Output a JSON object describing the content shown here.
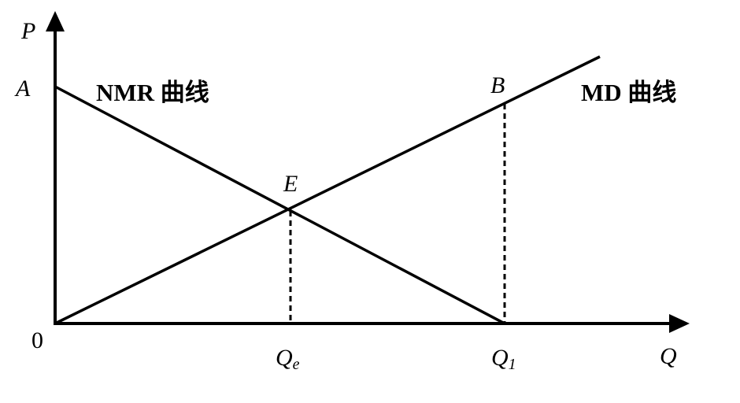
{
  "diagram": {
    "type": "economics supply-demand style diagram",
    "axes": {
      "y_label": "P",
      "x_label": "Q",
      "origin_label": "0"
    },
    "points": {
      "A": "A",
      "B": "B",
      "E": "E"
    },
    "x_ticks": {
      "Qe_main": "Q",
      "Qe_sub": "e",
      "Q1_main": "Q",
      "Q1_sub": "1"
    },
    "curves": [
      {
        "name": "NMR",
        "label": "NMR 曲线",
        "direction": "downward sloping from A to Q1"
      },
      {
        "name": "MD",
        "label": "MD 曲线",
        "direction": "upward sloping from origin through E and B"
      }
    ],
    "dashed_lines": [
      {
        "from": "E",
        "to": "Qe"
      },
      {
        "from": "B",
        "to": "Q1"
      }
    ]
  },
  "chart_data": {
    "type": "line",
    "title": "",
    "xlabel": "Q",
    "ylabel": "P",
    "series": [
      {
        "name": "NMR 曲线",
        "points": [
          [
            0,
            1.0
          ],
          [
            0.525,
            0.52
          ],
          [
            1.0,
            0.0
          ]
        ]
      },
      {
        "name": "MD 曲线",
        "points": [
          [
            0,
            0.0
          ],
          [
            0.525,
            0.48
          ],
          [
            1.0,
            0.93
          ],
          [
            1.21,
            1.12
          ]
        ]
      }
    ],
    "annotations": [
      {
        "label": "A",
        "x": 0,
        "y": 1.0
      },
      {
        "label": "E",
        "x": 0.525,
        "y": 0.48
      },
      {
        "label": "B",
        "x": 1.0,
        "y": 0.93
      },
      {
        "label": "Qe",
        "x": 0.525,
        "y": 0
      },
      {
        "label": "Q1",
        "x": 1.0,
        "y": 0
      }
    ],
    "grid": false,
    "legend": "inline labels"
  }
}
